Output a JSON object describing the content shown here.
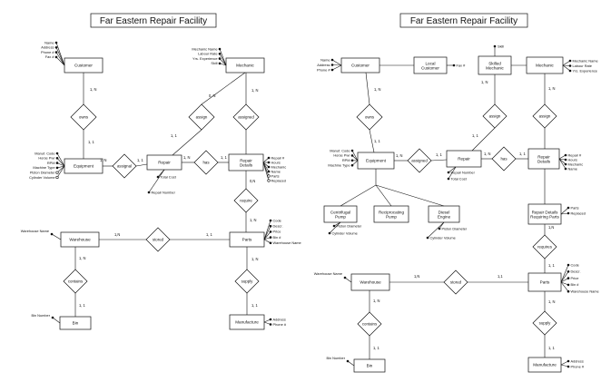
{
  "left": {
    "title": "Far Eastern Repair Facility",
    "entities": {
      "customer": "Customer",
      "mechanic": "Mechanic",
      "equipment": "Equipment",
      "repair": "Repair",
      "repair_details": "Repair Details",
      "warehouse": "Warehouse",
      "parts": "Parts",
      "bin": "Bin",
      "manufacture": "Manufacture"
    },
    "relationships": {
      "owns": "owns",
      "assign": "assign",
      "assigned": "assigned",
      "assignal": "assignal",
      "has": "has",
      "require": "require",
      "stored": "stored",
      "contains": "contains",
      "supply": "supply"
    },
    "attributes": {
      "customer": [
        "Name",
        "Address",
        "Phone #",
        "Fax #"
      ],
      "mechanic": [
        "Mechanic Name",
        "Labour Rate",
        "Yrs. Experience",
        "Skill"
      ],
      "equipment": [
        "Manuf. Code",
        "Horse Pwr",
        "RPM",
        "Machine Type",
        "Piston Diameter",
        "Cylinder Volume"
      ],
      "repair_total_cost": "Total Cost",
      "repair_number": "Repair Number",
      "repair_details": [
        "Repair #",
        "Hours",
        "Mechanic",
        "Name",
        "Parts",
        "Replaced"
      ],
      "warehouse_name": "Warehouse Name",
      "parts": [
        "Code",
        "Descr.",
        "Price",
        "Bin #",
        "Warehouse Name"
      ],
      "bin_number": "Bin Number",
      "manufacture": [
        "Address",
        "Phone #"
      ]
    },
    "cardinalities": {
      "customer_owns": "1, N",
      "owns_equipment": "1, 1",
      "mechanic_assign": "0, N",
      "mechanic_assigned": "1, N",
      "assign_repair": "1, 1",
      "equipment_assignal": "1, N",
      "assignal_repair": "1, 1",
      "repair_has": "1, N",
      "has_details": "1, 1",
      "details_require": "0,N",
      "require_parts": "1, N",
      "warehouse_stored": "1,N",
      "stored_parts": "1, 1",
      "warehouse_contains": "1, N",
      "contains_bin": "1, 1",
      "parts_supply": "1, N",
      "supply_manufacture": "1, 1"
    }
  },
  "right": {
    "title": "Far Eastern Repair Facility",
    "entities": {
      "customer": "Customer",
      "local_customer": "Local Customer",
      "skilled_mechanic": "Skilled Mechanic",
      "mechanic": "Mechanic",
      "equipment": "Equipment",
      "repair": "Repair",
      "repair_details": "Repair Details",
      "centrifugal_pump": "Centrifugal Pump",
      "reciprocating_pump": "Reciprocating Pump",
      "diesel_engine": "Diesel Engine",
      "details_requiring_parts": "Repair Details Requiring Parts",
      "warehouse": "Warehouse",
      "parts": "Parts",
      "bin": "Bin",
      "manufacture": "Manufacture"
    },
    "relationships": {
      "owns": "owns",
      "assign": "assign",
      "assign2": "assign",
      "assigned": "assigned",
      "has": "has",
      "requires": "requires",
      "stored": "stored",
      "contains": "contains",
      "supply": "supply"
    },
    "attributes": {
      "customer": [
        "Name",
        "Address",
        "Phone #"
      ],
      "local_customer": "Fax #",
      "skilled_mechanic": "Skill",
      "mechanic": [
        "Mechanic Name",
        "Labour Rate",
        "Yrs. Experience"
      ],
      "equipment": [
        "Manuf. Code",
        "Horse Pwr",
        "RPM",
        "Machine Type"
      ],
      "centrifugal": [
        "Piston Diameter",
        "Cylinder Volume"
      ],
      "diesel": [
        "Piston Diameter",
        "Cylinder Volume"
      ],
      "repair_number": "Repair Number",
      "repair_total_cost": "Total Cost",
      "repair_details": [
        "Repair #",
        "Hours",
        "Mechanic",
        "Name"
      ],
      "details_requiring_parts": [
        "Parts",
        "Replaced"
      ],
      "warehouse_name": "Warehouse Name",
      "parts": [
        "Code",
        "Descr.",
        "Price",
        "Bin #",
        "Warehouse Name"
      ],
      "bin_number": "Bin Number",
      "manufacture": [
        "Address",
        "Phone #"
      ]
    },
    "cardinalities": {
      "customer_owns": "1, N",
      "owns_equipment": "1, 1",
      "skilled_assign": "1, N",
      "mechanic_assign": "1, N",
      "assign_repair": "1, 1",
      "equipment_assigned": "1, N",
      "assigned_repair": "1, 1",
      "repair_has": "1, N",
      "has_details": "1, 1",
      "requiring_requires": "1,N",
      "requires_parts": "1, 1",
      "warehouse_stored": "1,N",
      "stored_parts": "1,1",
      "warehouse_contains": "1, N",
      "contains_bin": "1, 1",
      "parts_supply": "1, N",
      "supply_manufacture": "1, 1"
    }
  }
}
